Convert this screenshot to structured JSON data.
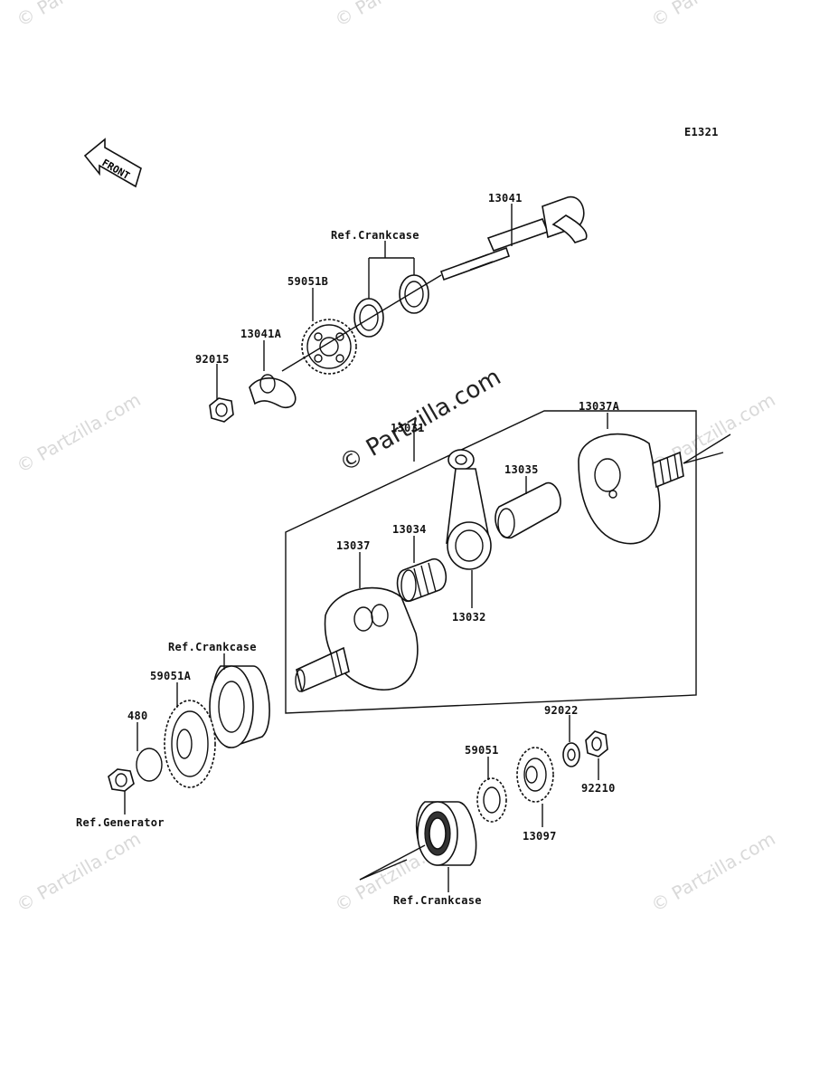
{
  "diagram": {
    "code": "E1321",
    "front_label": "FRONT",
    "watermark": "© Partzilla.com",
    "watermark_main": "© Partzilla.com",
    "parts": {
      "p13041": "13041",
      "ref_crankcase_top": "Ref.Crankcase",
      "p59051B": "59051B",
      "p13041A": "13041A",
      "p92015": "92015",
      "p13031": "13031",
      "p13037A": "13037A",
      "p13035": "13035",
      "p13034": "13034",
      "p13037": "13037",
      "p13032": "13032",
      "ref_crankcase_left": "Ref.Crankcase",
      "p59051A": "59051A",
      "p480": "480",
      "ref_generator": "Ref.Generator",
      "p92022": "92022",
      "p59051": "59051",
      "p92210": "92210",
      "p13097": "13097",
      "ref_crankcase_bottom": "Ref.Crankcase"
    }
  }
}
